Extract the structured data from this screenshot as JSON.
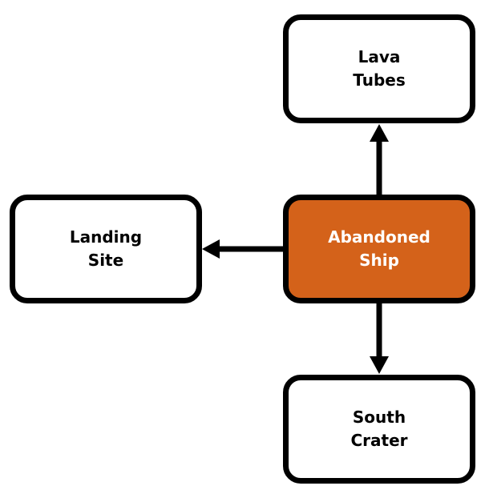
{
  "diagram": {
    "type": "location-map",
    "colors": {
      "current_fill": "#d4621a",
      "current_text": "#ffffff",
      "node_fill": "#ffffff",
      "node_border": "#000000",
      "arrow": "#000000"
    },
    "nodes": {
      "lava_tubes": {
        "line1": "Lava",
        "line2": "Tubes"
      },
      "landing_site": {
        "line1": "Landing",
        "line2": "Site"
      },
      "abandoned_ship": {
        "line1": "Abandoned",
        "line2": "Ship",
        "current": true
      },
      "south_crater": {
        "line1": "South",
        "line2": "Crater"
      }
    },
    "edges": [
      {
        "from": "abandoned_ship",
        "to": "lava_tubes"
      },
      {
        "from": "abandoned_ship",
        "to": "landing_site"
      },
      {
        "from": "abandoned_ship",
        "to": "south_crater"
      }
    ]
  }
}
